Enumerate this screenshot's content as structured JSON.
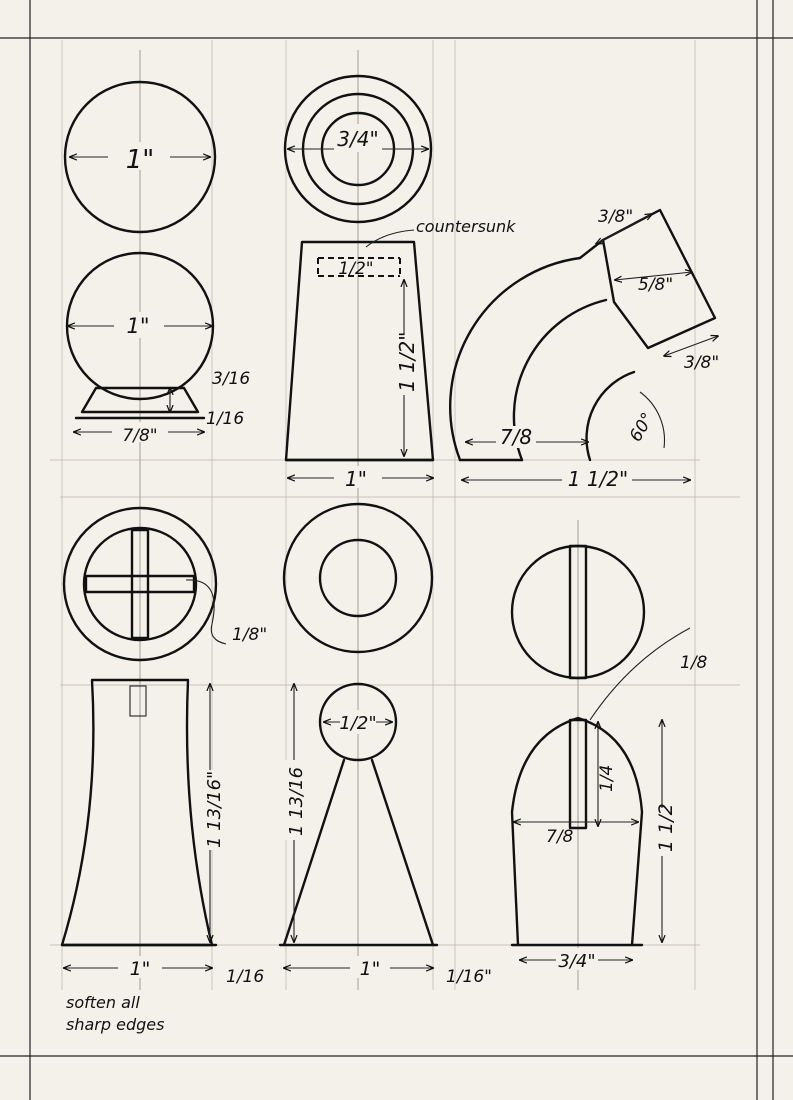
{
  "colors": {
    "paper": "#f4f1ea",
    "ink": "#111111",
    "guide": "#8a8780"
  },
  "dimensions": {
    "top_circle_1": "1\"",
    "sphere_1": "1\"",
    "base_height": "3/16",
    "base_step": "1/16",
    "base_width": "7/8\"",
    "ring_inner": "3/4\"",
    "countersink_label": "countersunk",
    "countersink_width": "1/2\"",
    "tower_height": "1 1/2\"",
    "tower_base": "1\"",
    "bishop_top": "3/8\"",
    "bishop_mid": "5/8\"",
    "bishop_side": "3/8\"",
    "arc_width": "7/8",
    "arc_angle": "60°",
    "arc_total": "1 1/2\"",
    "slot_width": "1/8\"",
    "king_height": "1 13/16\"",
    "king_base": "1\"",
    "king_step": "1/16",
    "queen_ball": "1/2\"",
    "queen_height": "1 13/16",
    "queen_base": "1\"",
    "queen_step": "1/16\"",
    "pawn_slot": "1/8",
    "pawn_slot_depth": "1/4",
    "pawn_inner": "7/8",
    "pawn_height": "1 1/2",
    "pawn_base": "3/4\""
  },
  "notes": {
    "line1": "soften all",
    "line2": "sharp edges"
  }
}
